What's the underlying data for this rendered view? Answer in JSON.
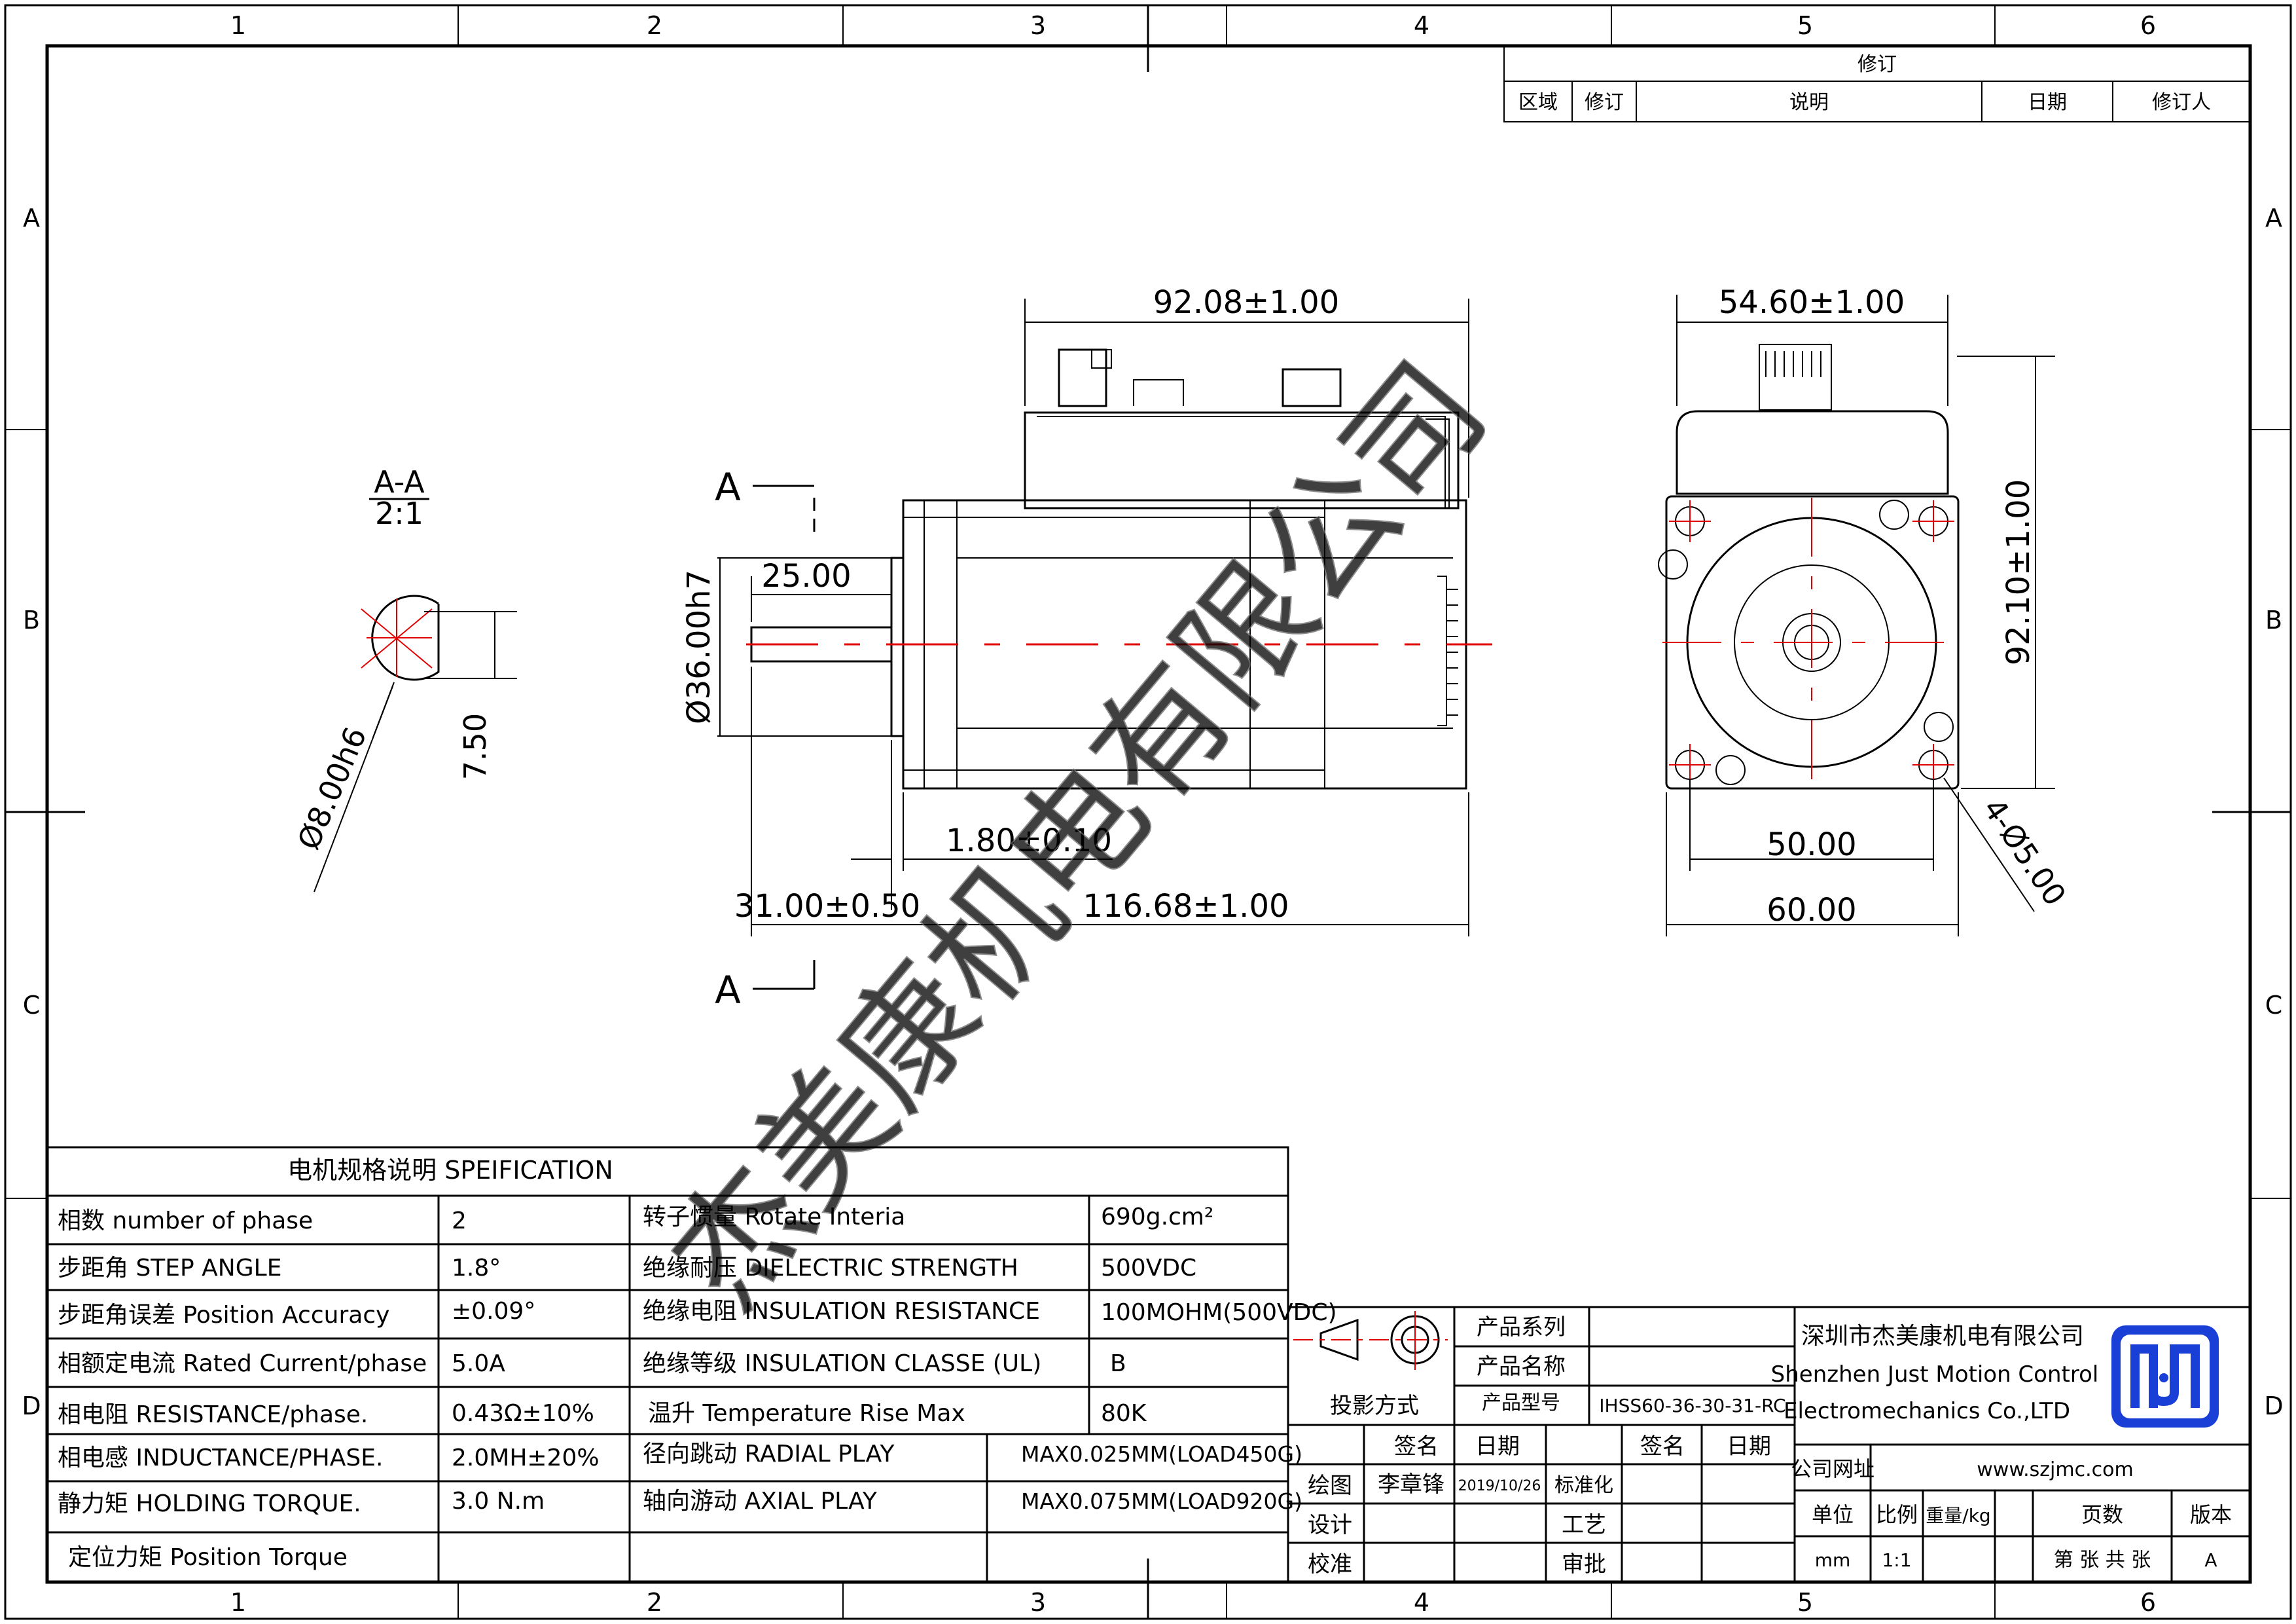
{
  "frame": {
    "columns": [
      "1",
      "2",
      "3",
      "4",
      "5",
      "6"
    ],
    "rows": [
      "A",
      "B",
      "C",
      "D"
    ]
  },
  "revision": {
    "title": "修订",
    "headers": [
      "区域",
      "修订",
      "说明",
      "日期",
      "修订人"
    ]
  },
  "dimensions": {
    "section_label": "A-A",
    "section_scale": "2:1",
    "cut_marker": "A",
    "shaft_dia": "Ø8.00h6",
    "flat_depth": "7.50",
    "pilot_dia": "Ø36.00h7",
    "shaft_len": "25.00",
    "body_len": "92.08±1.00",
    "pilot_len": "1.80±0.10",
    "shaft_total": "31.00±0.50",
    "total_len": "116.68±1.00",
    "drive_width": "54.60±1.00",
    "height": "92.10±1.00",
    "hole_pitch": "50.00",
    "flange": "60.00",
    "holes": "4-Ø5.00"
  },
  "watermark": "杰美康机电有限公司",
  "spec": {
    "title": "电机规格说明 SPEIFICATION",
    "rows": [
      [
        "相数 number of phase",
        "2",
        "转子惯量 Rotate Interia",
        "690g.cm²"
      ],
      [
        "步距角 STEP ANGLE",
        "1.8°",
        "绝缘耐压 DIELECTRIC STRENGTH",
        "500VDC"
      ],
      [
        "步距角误差 Position Accuracy",
        "±0.09°",
        "绝缘电阻 INSULATION RESISTANCE",
        "100MOHM(500VDC)"
      ],
      [
        "相额定电流 Rated Current/phase",
        "5.0A",
        "绝缘等级 INSULATION CLASSE (UL)",
        "B"
      ],
      [
        "相电阻 RESISTANCE/phase.",
        "0.43Ω±10%",
        "温升 Temperature Rise Max",
        "80K"
      ],
      [
        "相电感 INDUCTANCE/PHASE.",
        "2.0MH±20%",
        "径向跳动 RADIAL PLAY",
        "MAX0.025MM(LOAD450G)"
      ],
      [
        "静力矩 HOLDING TORQUE.",
        "3.0 N.m",
        "轴向游动 AXIAL PLAY",
        "MAX0.075MM(LOAD920G)"
      ],
      [
        "定位力矩 Position Torque",
        "",
        "",
        ""
      ]
    ]
  },
  "title_block": {
    "projection": "投影方式",
    "series_label": "产品系列",
    "name_label": "产品名称",
    "model_label": "产品型号",
    "model_value": "IHSS60-36-30-31-RC",
    "sign": "签名",
    "date": "日期",
    "draw": "绘图",
    "drawer": "李章锋",
    "draw_date": "2019/10/26",
    "standard": "标准化",
    "design": "设计",
    "process": "工艺",
    "check": "校准",
    "approve": "审批",
    "company_cn": "深圳市杰美康机电有限公司",
    "company_en1": "Shenzhen Just Motion Control",
    "company_en2": "Electromechanics Co.,LTD",
    "website_label": "公司网址",
    "website": "www.szjmc.com",
    "unit": "单位",
    "scale": "比例",
    "weight": "重量/kg",
    "pages": "页数",
    "version": "版本",
    "unit_value": "mm",
    "scale_value": "1:1",
    "page_value": "第 张 共 张",
    "version_value": "A"
  },
  "colors": {
    "centerline": "#e00000",
    "logo": "#1a3fd6",
    "ink": "#000000"
  },
  "icons": [
    "first-angle-projection-icon",
    "company-logo"
  ]
}
